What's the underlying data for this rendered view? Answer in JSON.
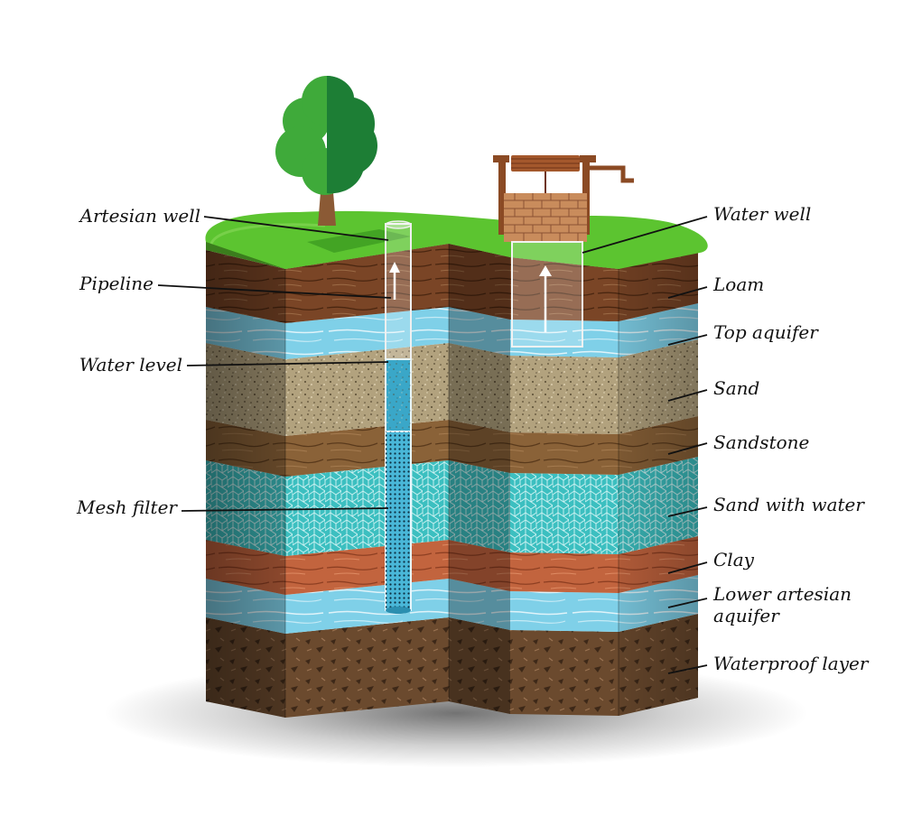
{
  "labels": {
    "artesian_well": "Artesian well",
    "pipeline": "Pipeline",
    "water_level": "Water level",
    "mesh_filter": "Mesh filter",
    "water_well": "Water well",
    "loam": "Loam",
    "top_aquifer": "Top aquifer",
    "sand": "Sand",
    "sandstone": "Sandstone",
    "sand_with_water": "Sand with water",
    "clay": "Clay",
    "lower_artesian_aquifer_line1": "Lower artesian",
    "lower_artesian_aquifer_line2": "aquifer",
    "waterproof_layer": "Waterproof layer"
  },
  "colors": {
    "grass": "#5cc430",
    "loam": "#7a4526",
    "aquifer": "#7fd0e8",
    "sand": "#b2a27e",
    "sandstone": "#8a6238",
    "sand_with_water": "#3cbfc0",
    "clay": "#c2643e",
    "waterproof": "#6b4a2e",
    "tree_light": "#3faa3a",
    "tree_dark": "#1d7e35",
    "trunk": "#8b5a35",
    "brick": "#c98c5c",
    "well_wood": "#8b4a24"
  },
  "icons": [
    "tree-icon",
    "water-well-icon"
  ]
}
